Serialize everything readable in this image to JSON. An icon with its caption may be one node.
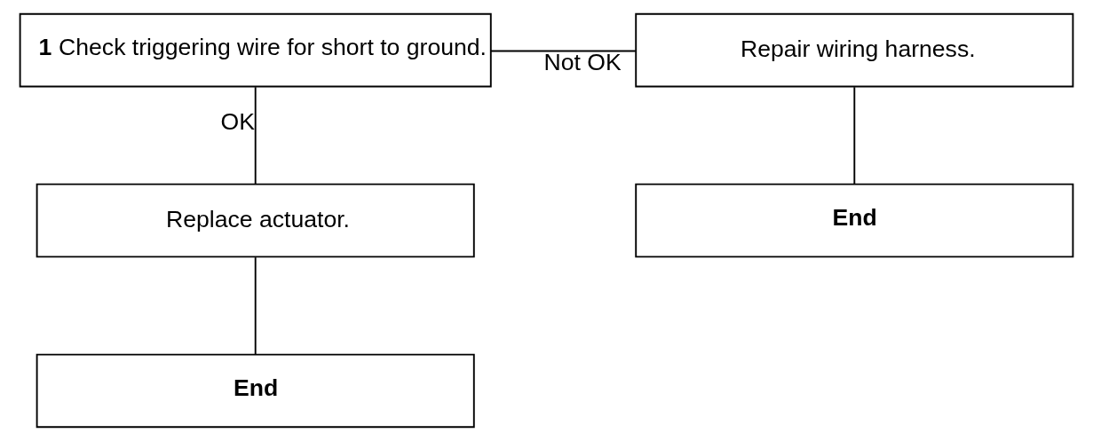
{
  "diagram": {
    "nodes": [
      {
        "text": [
          "1",
          "Check triggering wire for short to ground."
        ]
      },
      {
        "text": [
          "Repair wiring harness."
        ]
      },
      {
        "text": [
          "End"
        ]
      },
      {
        "text": [
          "Replace actuator."
        ]
      },
      {
        "text": [
          "End"
        ]
      }
    ],
    "edges": [
      {
        "from": 0,
        "to": 1,
        "arrow": "none",
        "label": "Not OK"
      },
      {
        "from": 1,
        "to": 2,
        "arrow": "none"
      },
      {
        "from": 0,
        "to": 3,
        "arrow": "none",
        "label": "OK"
      },
      {
        "from": 3,
        "to": 4,
        "arrow": "none"
      }
    ]
  }
}
